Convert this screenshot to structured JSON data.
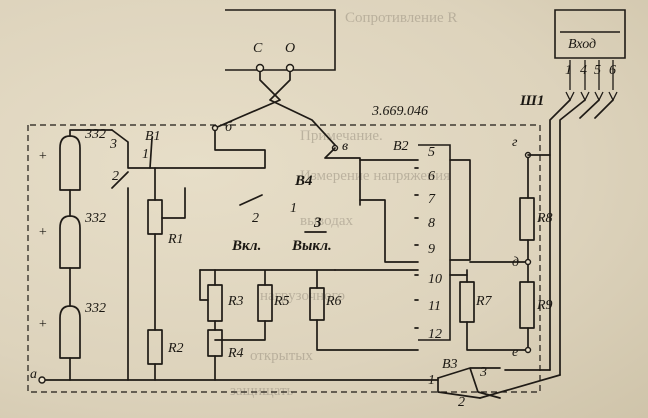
{
  "diagram": {
    "drawing_number": "3.669.046",
    "connector": {
      "label": "Ш1",
      "title": "Вход",
      "pins": [
        "1",
        "4",
        "5",
        "6"
      ]
    },
    "meter_terminals": [
      "С",
      "О"
    ],
    "batteries": [
      {
        "label": "332",
        "plus": "+"
      },
      {
        "label": "332",
        "plus": "+"
      },
      {
        "label": "332",
        "plus": "+"
      }
    ],
    "switches": {
      "b1": "В1",
      "b2": "В2",
      "b3": "В3",
      "b4": "В4",
      "b4_on_num": "2",
      "b4_on_label": "Вкл.",
      "b4_off_num": "3",
      "b4_off_label": "Выкл.",
      "b4_common": "1"
    },
    "resistors": {
      "r1": "R1",
      "r2": "R2",
      "r3": "R3",
      "r4": "R4",
      "r5": "R5",
      "r6": "R6",
      "r7": "R7",
      "r8": "R8",
      "r9": "R9"
    },
    "b2_contacts": [
      "5",
      "6",
      "7",
      "8",
      "9",
      "10",
      "11",
      "12"
    ],
    "points": {
      "a": "а",
      "b": "б",
      "v": "в",
      "g": "г",
      "d": "д",
      "e": "е"
    },
    "wire_numbers": {
      "b1_1": "1",
      "b1_2": "2",
      "b1_3": "3",
      "b3_1": "1",
      "b3_2": "2",
      "b3_3": "3"
    }
  }
}
